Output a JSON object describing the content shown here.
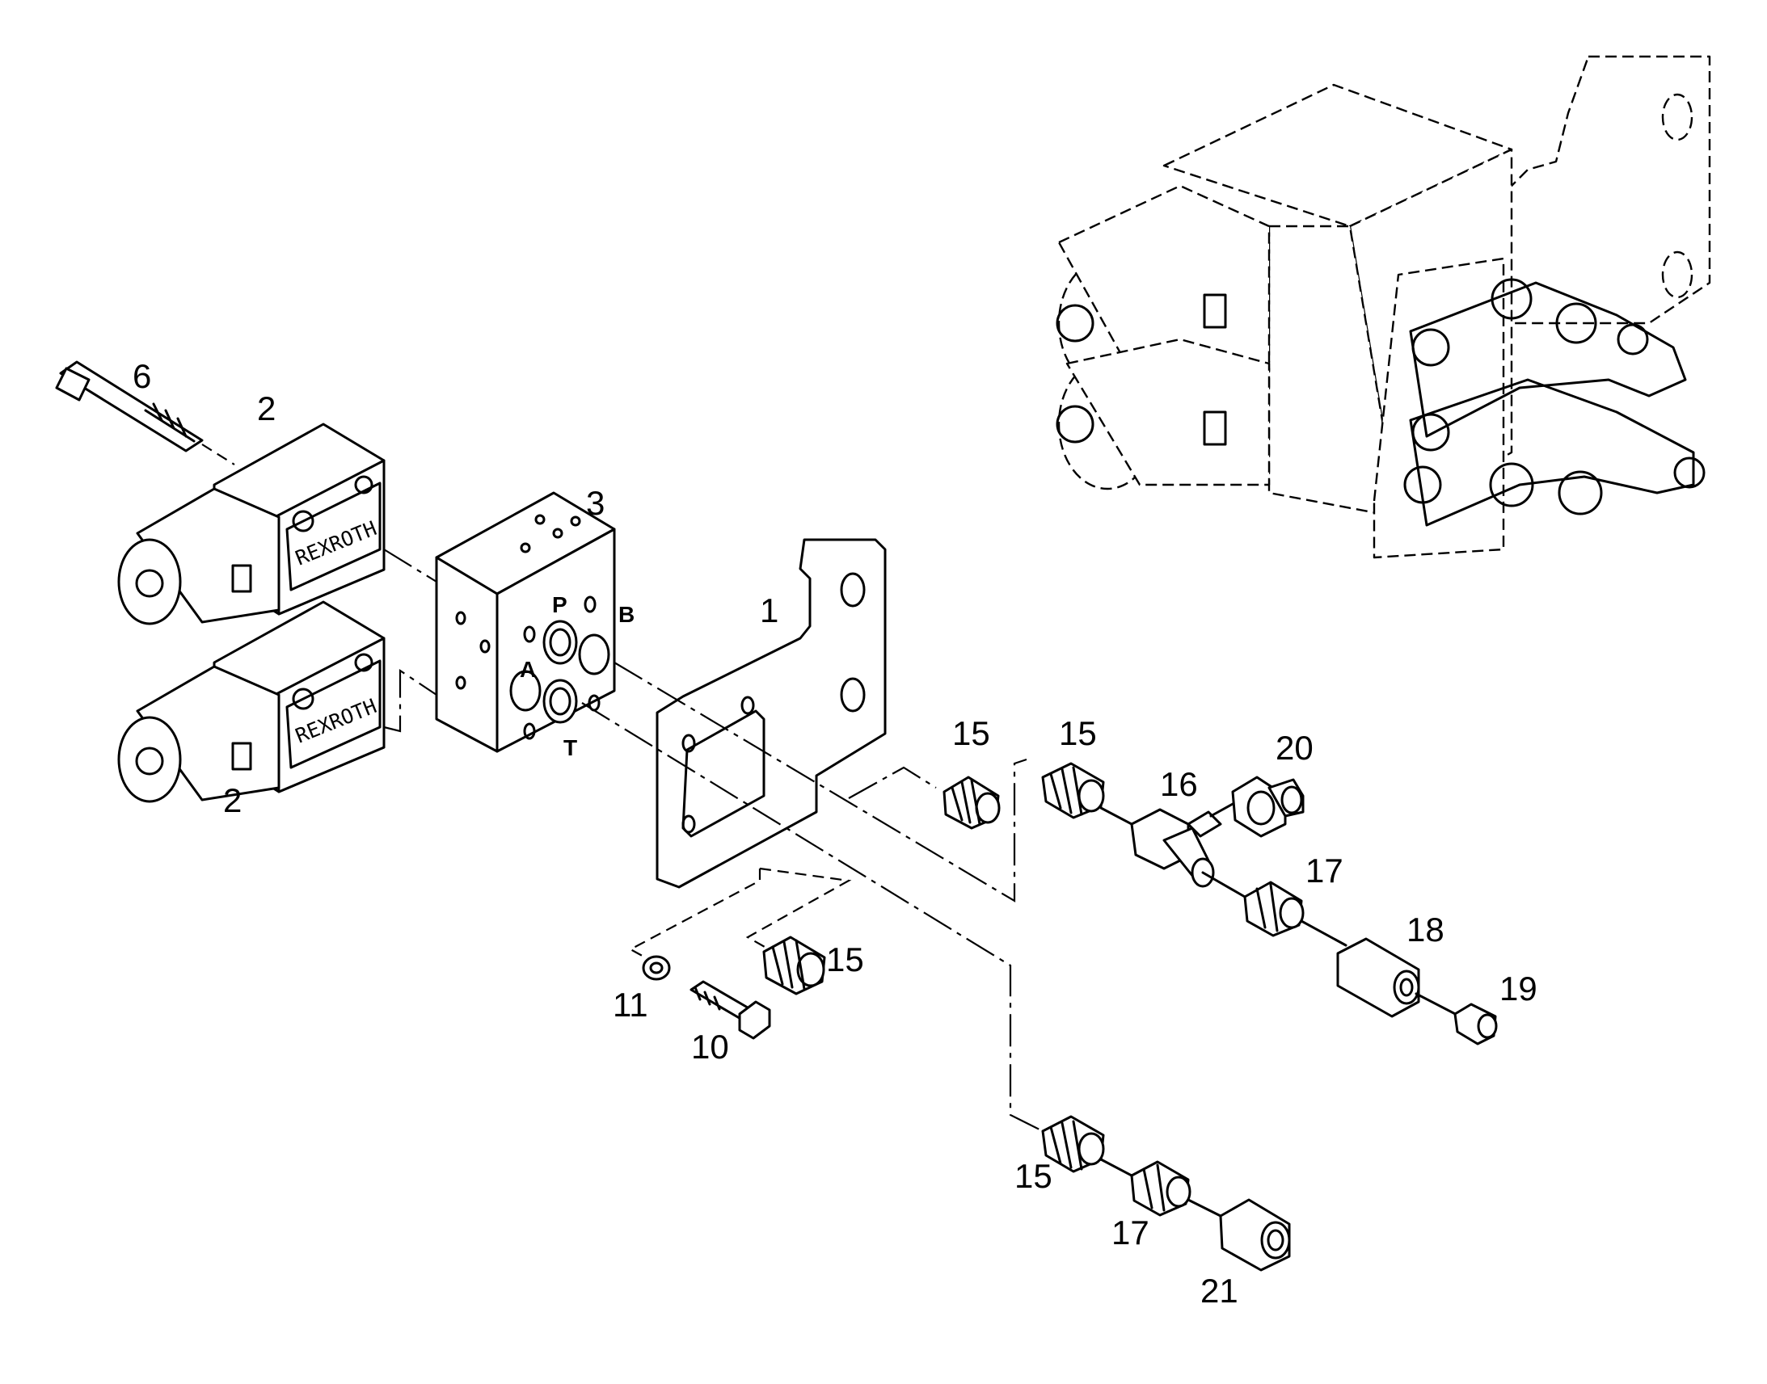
{
  "labels": {
    "item_1": "1",
    "item_2_upper": "2",
    "item_2_lower": "2",
    "item_3": "3",
    "item_6": "6",
    "item_10": "10",
    "item_11": "11",
    "item_15_a": "15",
    "item_15_b": "15",
    "item_15_c": "15",
    "item_15_d": "15",
    "item_16": "16",
    "item_17_a": "17",
    "item_17_b": "17",
    "item_18": "18",
    "item_19": "19",
    "item_20": "20",
    "item_21": "21"
  },
  "ports": {
    "a": "A",
    "b": "B",
    "p": "P",
    "t": "T"
  },
  "brand": {
    "upper": "REXROTH",
    "lower": "REXROTH"
  }
}
